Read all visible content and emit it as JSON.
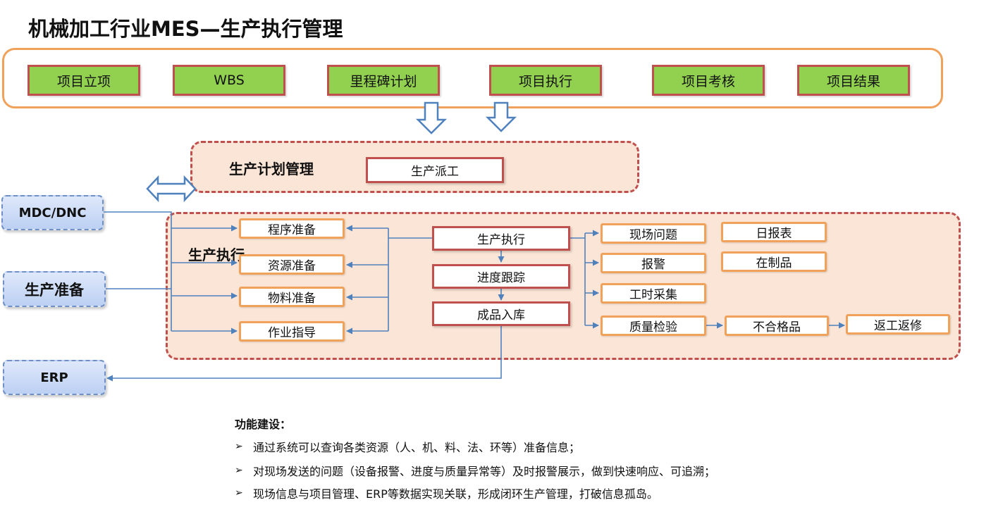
{
  "title": "机械加工行业MES—生产执行管理",
  "top_steps": [
    "项目立项",
    "WBS",
    "里程碑计划",
    "项目执行",
    "项目考核",
    "项目结果"
  ],
  "planning_panel": {
    "label": "生产计划管理",
    "dispatch": "生产派工"
  },
  "execution_panel": {
    "label": "生产执行",
    "prep_items": [
      "程序准备",
      "资源准备",
      "物料准备",
      "作业指导"
    ],
    "flow": [
      "生产执行",
      "进度跟踪",
      "成品入库"
    ],
    "outputs": [
      "现场问题",
      "报警",
      "工时采集",
      "质量检验"
    ],
    "reports": [
      "日报表",
      "在制品"
    ],
    "quality_chain": [
      "不合格品",
      "返工返修"
    ]
  },
  "systems": {
    "mdc": "MDC/DNC",
    "prep": "生产准备",
    "erp": "ERP"
  },
  "functions": {
    "heading": "功能建设：",
    "bullet_symbol": "➢",
    "items": [
      "通过系统可以查询各类资源（人、机、料、法、环等）准备信息；",
      "对现场发送的问题（设备报警、进度与质量异常等）及时报警展示，做到快速响应、可追溯；",
      "现场信息与项目管理、ERP等数据实现关联，形成闭环生产管理，打破信息孤岛。"
    ]
  },
  "colors": {
    "green": "#92d050",
    "red_border": "#c0504d",
    "orange": "#f0a25a",
    "panel_fill": "#fbe5d6",
    "blue_line": "#4f81bd",
    "system_fill": "#c9d9f6"
  }
}
